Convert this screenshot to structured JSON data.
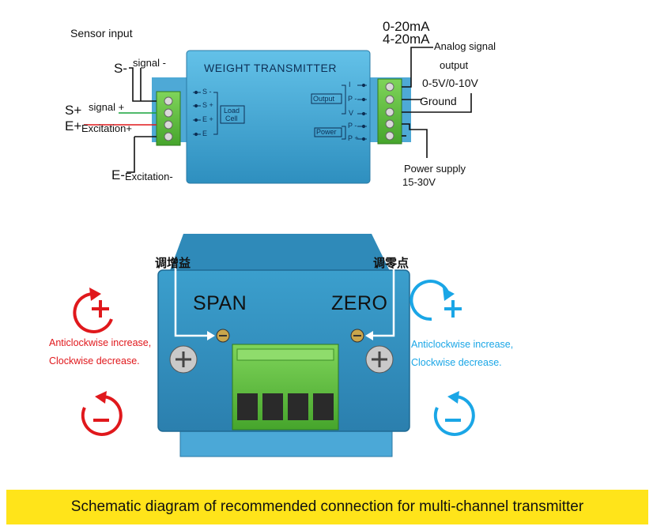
{
  "labels": {
    "sensor_input": "Sensor input",
    "s_minus_sym": "S-",
    "signal_minus": "signal -",
    "s_plus_sym": "S+",
    "signal_plus": "signal +",
    "e_plus_sym": "E+",
    "excitation_plus": "Excitation+",
    "e_minus_sym": "E-",
    "excitation_minus": "Excitation-",
    "out_0_20": "0-20mA",
    "out_4_20": "4-20mA",
    "analog_signal": "Analog signal",
    "output": "output",
    "voltage_range": "0-5V/0-10V",
    "ground": "Ground",
    "power_supply": "Power supply",
    "supply_voltage": "15-30V"
  },
  "device": {
    "title": "WEIGHT TRANSMITTER",
    "input_pins": [
      "S -",
      "S +",
      "E +",
      "E"
    ],
    "load_cell": [
      "Load",
      "Cell"
    ],
    "output_pins": [
      "I",
      "P -",
      "V"
    ],
    "output_box": "Output",
    "power_pins": [
      "P -",
      "P +"
    ],
    "power_box": "Power"
  },
  "adjust": {
    "span_label": "SPAN",
    "zero_label": "ZERO",
    "span_cn": "调增益",
    "zero_cn": "调零点",
    "left_line1": "Anticlockwise increase,",
    "left_line2": "Clockwise decrease.",
    "right_line1": "Anticlockwise increase,",
    "right_line2": "Clockwise decrease."
  },
  "colors": {
    "device_blue": "#3aa0cc",
    "terminal_green": "#5fbf3c",
    "red": "#e0181c",
    "cyan": "#1aa6e6",
    "caption_yellow": "#ffe41a"
  },
  "caption": "Schematic diagram of recommended connection for multi-channel transmitter"
}
